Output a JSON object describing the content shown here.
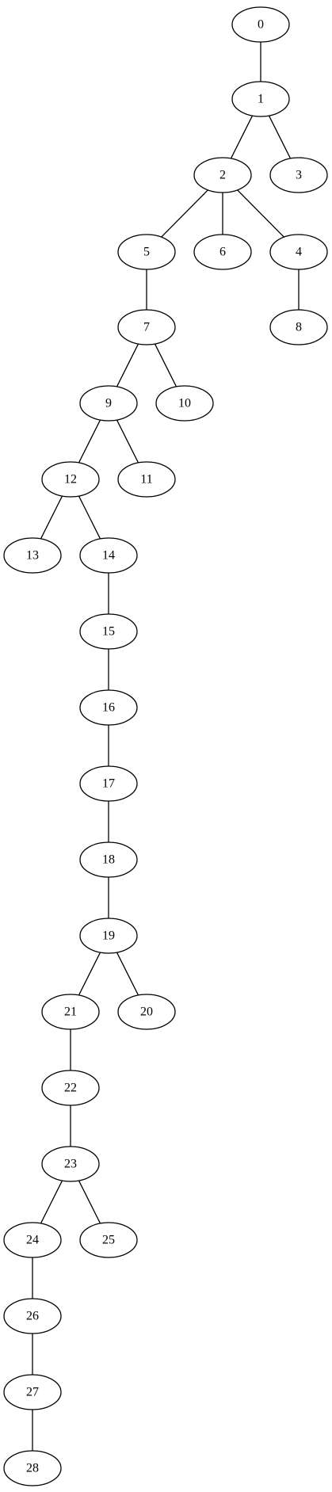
{
  "diagram": {
    "type": "tree",
    "colors": {
      "background": "#ffffff",
      "stroke": "#000000",
      "text": "#000000"
    },
    "nodes": [
      {
        "id": "n0",
        "label": "0"
      },
      {
        "id": "n1",
        "label": "1"
      },
      {
        "id": "n2",
        "label": "2"
      },
      {
        "id": "n3",
        "label": "3"
      },
      {
        "id": "n4",
        "label": "4"
      },
      {
        "id": "n5",
        "label": "5"
      },
      {
        "id": "n6",
        "label": "6"
      },
      {
        "id": "n7",
        "label": "7"
      },
      {
        "id": "n8",
        "label": "8"
      },
      {
        "id": "n9",
        "label": "9"
      },
      {
        "id": "n10",
        "label": "10"
      },
      {
        "id": "n11",
        "label": "11"
      },
      {
        "id": "n12",
        "label": "12"
      },
      {
        "id": "n13",
        "label": "13"
      },
      {
        "id": "n14",
        "label": "14"
      },
      {
        "id": "n15",
        "label": "15"
      },
      {
        "id": "n16",
        "label": "16"
      },
      {
        "id": "n17",
        "label": "17"
      },
      {
        "id": "n18",
        "label": "18"
      },
      {
        "id": "n19",
        "label": "19"
      },
      {
        "id": "n20",
        "label": "20"
      },
      {
        "id": "n21",
        "label": "21"
      },
      {
        "id": "n22",
        "label": "22"
      },
      {
        "id": "n23",
        "label": "23"
      },
      {
        "id": "n24",
        "label": "24"
      },
      {
        "id": "n25",
        "label": "25"
      },
      {
        "id": "n26",
        "label": "26"
      },
      {
        "id": "n27",
        "label": "27"
      },
      {
        "id": "n28",
        "label": "28"
      }
    ],
    "edges": [
      [
        "n0",
        "n1"
      ],
      [
        "n1",
        "n2"
      ],
      [
        "n1",
        "n3"
      ],
      [
        "n2",
        "n5"
      ],
      [
        "n2",
        "n6"
      ],
      [
        "n2",
        "n4"
      ],
      [
        "n4",
        "n8"
      ],
      [
        "n5",
        "n7"
      ],
      [
        "n7",
        "n9"
      ],
      [
        "n7",
        "n10"
      ],
      [
        "n9",
        "n12"
      ],
      [
        "n9",
        "n11"
      ],
      [
        "n12",
        "n13"
      ],
      [
        "n12",
        "n14"
      ],
      [
        "n14",
        "n15"
      ],
      [
        "n15",
        "n16"
      ],
      [
        "n16",
        "n17"
      ],
      [
        "n17",
        "n18"
      ],
      [
        "n18",
        "n19"
      ],
      [
        "n19",
        "n21"
      ],
      [
        "n19",
        "n20"
      ],
      [
        "n21",
        "n22"
      ],
      [
        "n22",
        "n23"
      ],
      [
        "n23",
        "n24"
      ],
      [
        "n23",
        "n25"
      ],
      [
        "n24",
        "n26"
      ],
      [
        "n26",
        "n27"
      ],
      [
        "n27",
        "n28"
      ]
    ]
  }
}
